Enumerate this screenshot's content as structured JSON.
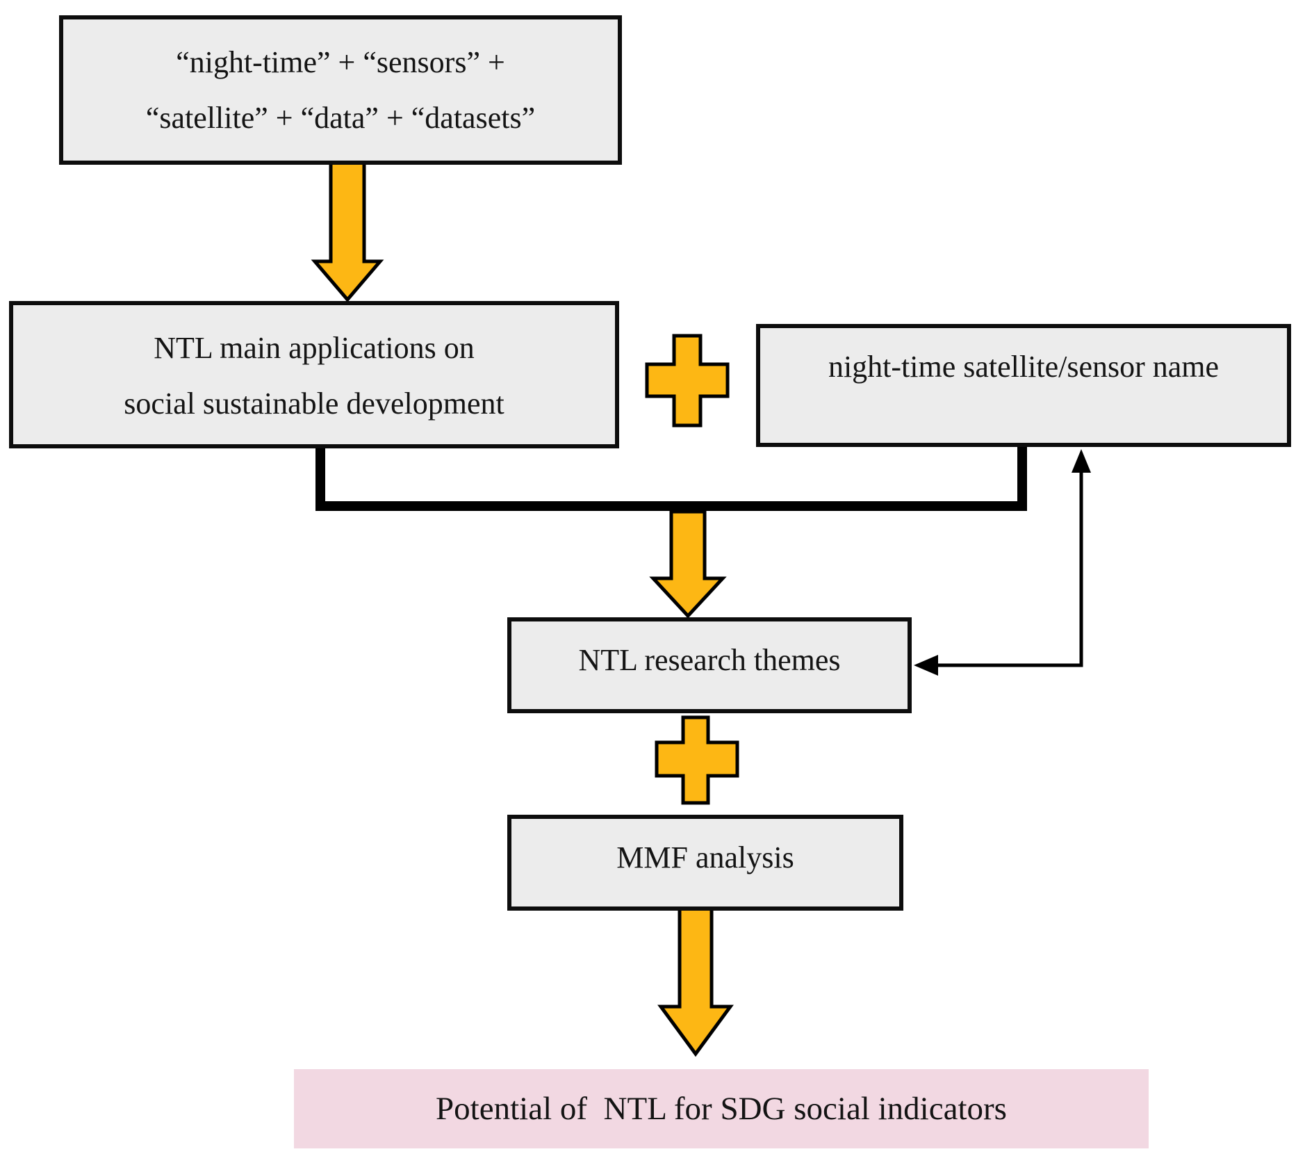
{
  "colors": {
    "background": "#ffffff",
    "box_fill": "#ececec",
    "box_border": "#0d0d0d",
    "arrow_fill": "#fdb714",
    "arrow_outline": "#000000",
    "connector": "#000000",
    "result_fill": "#f2d8e2",
    "text": "#141414"
  },
  "icons": {
    "plus": "plus-icon (orange cross with black outline)",
    "down_arrow": "down-arrow-icon (orange block arrow with black outline)",
    "feedback_arrow": "thin black elbow arrow with arrowheads"
  },
  "flowchart": {
    "keywords_box": {
      "line1": "“night-time” + “sensors” +",
      "line2": "“satellite” + “data” + “datasets”"
    },
    "applications_box": {
      "line1": "NTL main applications on",
      "line2": "social sustainable development"
    },
    "satellite_box": {
      "label": "night-time satellite/sensor name"
    },
    "themes_box": {
      "label": "NTL research themes"
    },
    "mmf_box": {
      "label": "MMF analysis"
    },
    "result_box": {
      "label": "Potential of  NTL for SDG social indicators"
    }
  }
}
